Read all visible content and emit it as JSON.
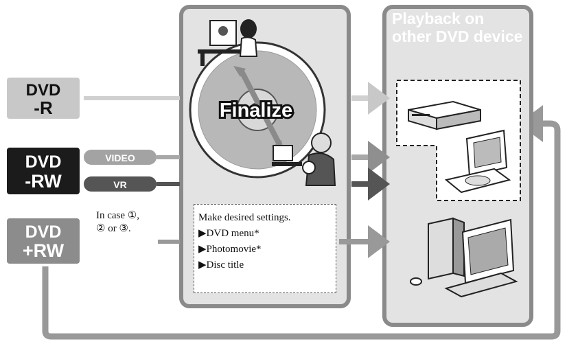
{
  "discs": {
    "dvd_r": {
      "line1": "DVD",
      "line2": "-R"
    },
    "dvd_rw": {
      "line1": "DVD",
      "line2": "-RW"
    },
    "dvd_plus_rw": {
      "line1": "DVD",
      "line2": "+RW"
    }
  },
  "modes": {
    "video": "VIDEO",
    "vr": "VR"
  },
  "finalize_label": "Finalize",
  "in_case": {
    "line1": "In case ①,",
    "line2": "② or ③."
  },
  "settings": {
    "heading": "Make desired settings.",
    "items": [
      "▶DVD menu*",
      "▶Photomovie*",
      "▶Disc title"
    ]
  },
  "playback": {
    "line1": "Playback on",
    "line2": "other DVD device"
  },
  "colors": {
    "panel": "#e3e3e3",
    "panel_border": "#8a8a8a",
    "dark": "#1b1b1b",
    "mid": "#8c8c8c",
    "light": "#c8c8c8"
  }
}
